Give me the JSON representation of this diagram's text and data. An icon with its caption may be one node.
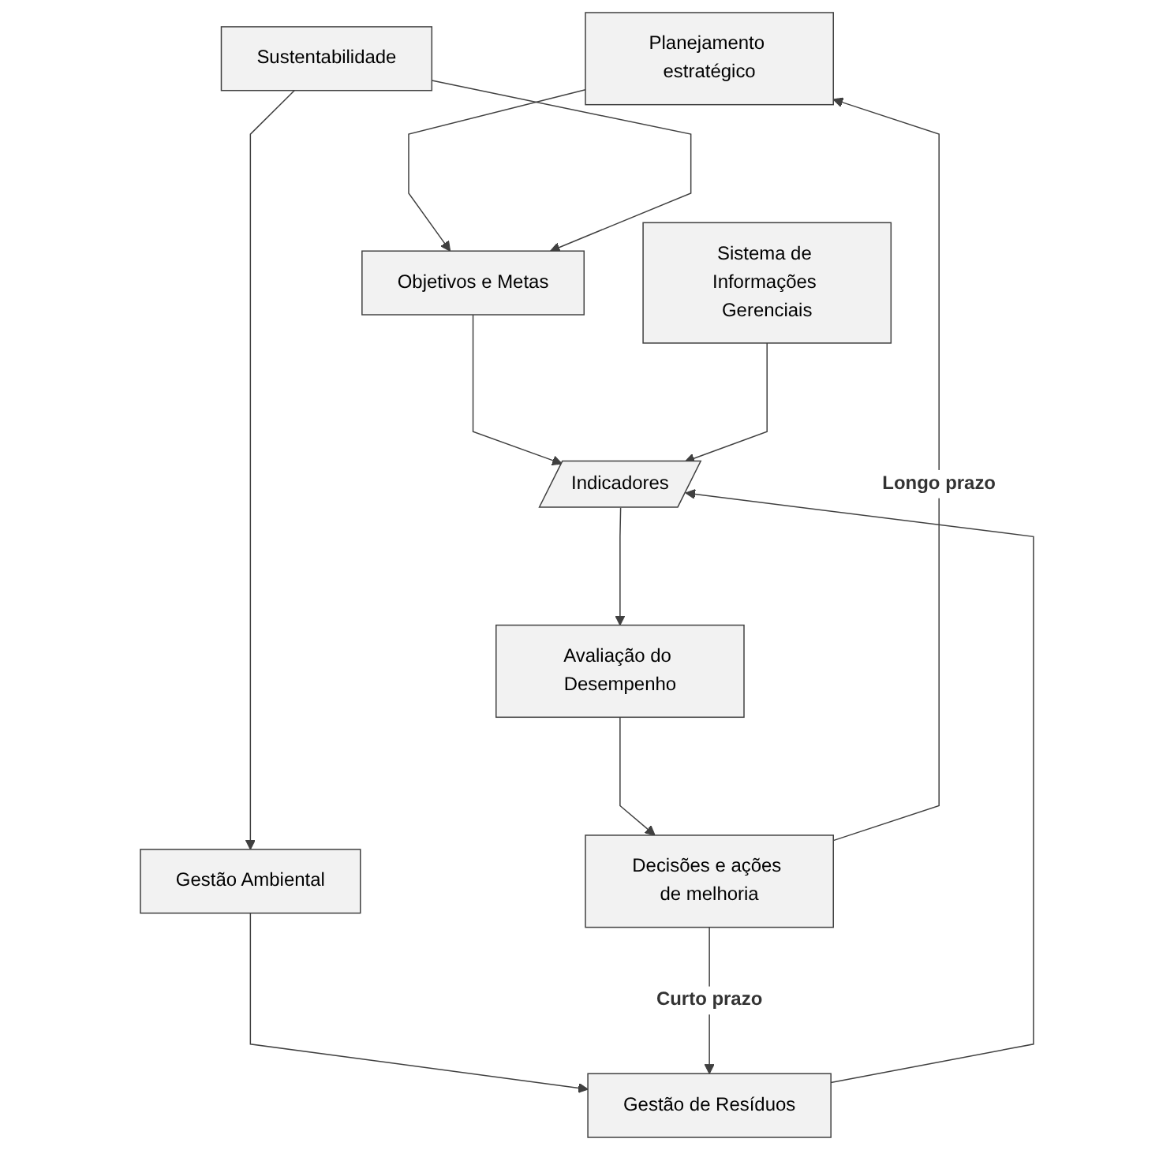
{
  "diagram": {
    "nodes": [
      {
        "text": [
          "Planejamento estratégico"
        ]
      },
      {
        "text": [
          "Sustentabilidade"
        ]
      },
      {
        "text": [
          "Objetivos e Metas"
        ]
      },
      {
        "text": [
          "Gestão Ambiental"
        ]
      },
      {
        "text": [
          "Sistema de Informações Gerenciais"
        ]
      },
      {
        "text": [
          "Indicadores"
        ]
      },
      {
        "text": [
          "Gestão de Resíduos"
        ]
      },
      {
        "text": [
          "Avaliação do Desempenho"
        ]
      },
      {
        "text": [
          "Decisões e ações de melhoria"
        ]
      }
    ],
    "edges": [
      {
        "from": 0,
        "to": 2,
        "arrow": "to"
      },
      {
        "from": 1,
        "to": 2,
        "arrow": "to"
      },
      {
        "from": 1,
        "to": 3,
        "arrow": "to"
      },
      {
        "from": 3,
        "to": 6,
        "arrow": "to"
      },
      {
        "from": 2,
        "to": 5,
        "arrow": "to"
      },
      {
        "from": 4,
        "to": 5,
        "arrow": "to"
      },
      {
        "from": 6,
        "to": 5,
        "arrow": "to"
      },
      {
        "from": 5,
        "to": 7,
        "arrow": "to"
      },
      {
        "from": 7,
        "to": 8,
        "arrow": "to"
      },
      {
        "from": 8,
        "to": 0,
        "arrow": "to",
        "label": "Longo prazo"
      },
      {
        "from": 8,
        "to": 6,
        "arrow": "to",
        "label": "Curto prazo"
      }
    ]
  }
}
